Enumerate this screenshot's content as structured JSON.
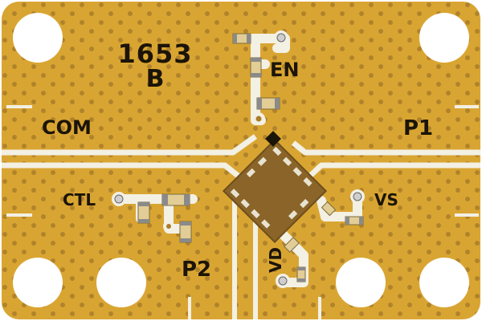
{
  "board": {
    "part_number": "1653",
    "revision": "B",
    "colors": {
      "substrate": "#d9a532",
      "copper_trace": "#f3f0e4",
      "via": "#a97d2a",
      "silkscreen": "#1b1408",
      "chip": "#8a6428",
      "component": "#e2cd96",
      "component_end": "#8a8a8a"
    }
  },
  "labels": {
    "com": "COM",
    "p1": "P1",
    "p2": "P2",
    "en": "EN",
    "ctl": "CTL",
    "vs": "VS",
    "vd": "VD"
  }
}
